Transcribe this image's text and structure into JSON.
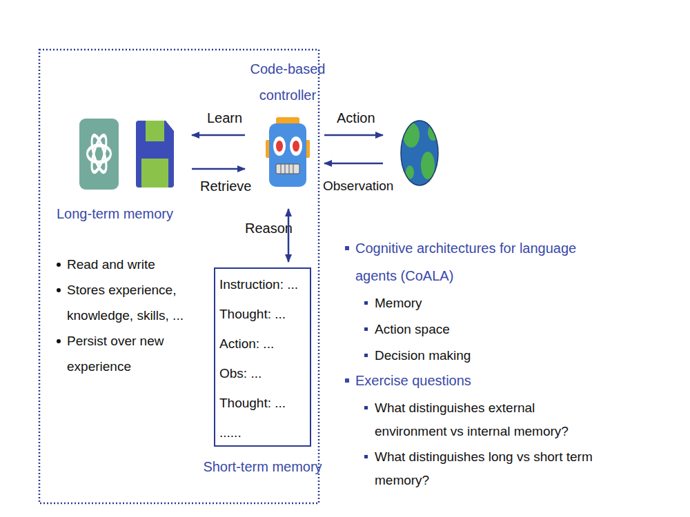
{
  "diagram": {
    "nodes": [
      {
        "text": [
          "Long-term memory"
        ]
      },
      {
        "text": [
          "Code-based controller"
        ]
      },
      {
        "text": [
          "Instruction: ...",
          "Thought: ...",
          "Action: ...",
          "Obs: ...",
          "Thought: ...",
          "......",
          "Short-term memory"
        ]
      }
    ],
    "edges": [
      {
        "from": 1,
        "to": 0,
        "label": "Learn",
        "arrow": "to"
      },
      {
        "from": 0,
        "to": 1,
        "label": "Retrieve",
        "arrow": "to"
      },
      {
        "from": 1,
        "to": 2,
        "label": "Reason",
        "arrow": "both"
      }
    ],
    "labels": [
      "Read and write",
      "Stores experience, knowledge, skills, ...",
      "Persist over new experience",
      "Action",
      "Observation",
      "Cognitive architectures for language agents (CoALA)",
      "Memory",
      "Action space",
      "Decision making",
      "Exercise questions",
      "What distinguishes external environment vs internal memory?",
      "What distinguishes long vs short term memory?"
    ]
  }
}
